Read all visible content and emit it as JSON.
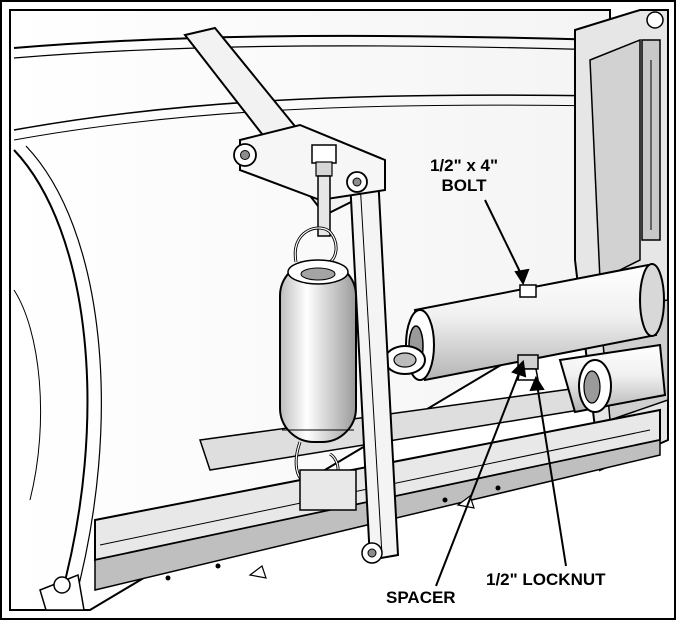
{
  "callouts": {
    "bolt_line1": "1/2\" x 4\"",
    "bolt_line2": "BOLT",
    "locknut": "1/2\" LOCKNUT",
    "spacer": "SPACER"
  },
  "colors": {
    "line": "#000000",
    "background": "#ffffff",
    "light_gray": "#e6e6e6",
    "mid_gray": "#c8c8c8",
    "dark_gray": "#8c8c8c"
  }
}
